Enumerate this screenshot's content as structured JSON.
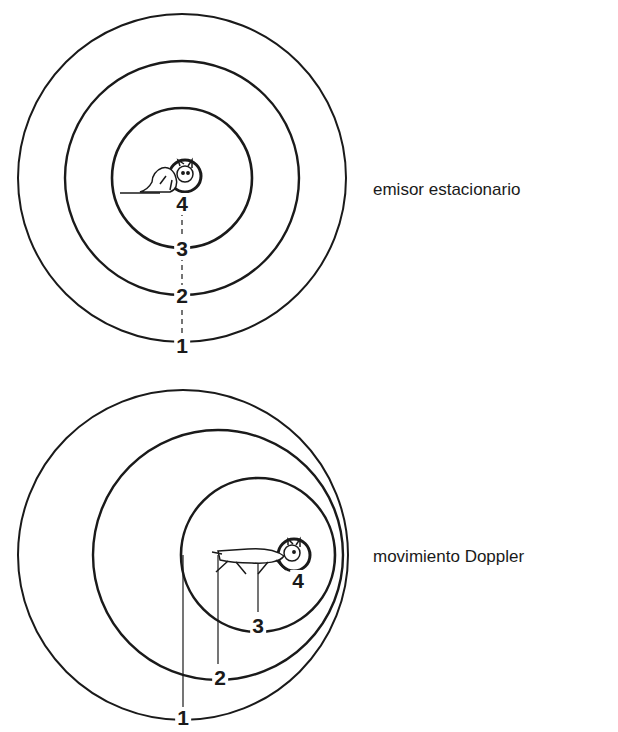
{
  "diagram": {
    "labels": [
      "4",
      "3",
      "2",
      "1",
      "emisor estacionario",
      "4",
      "3",
      "2",
      "1",
      "movimiento Doppler"
    ]
  }
}
